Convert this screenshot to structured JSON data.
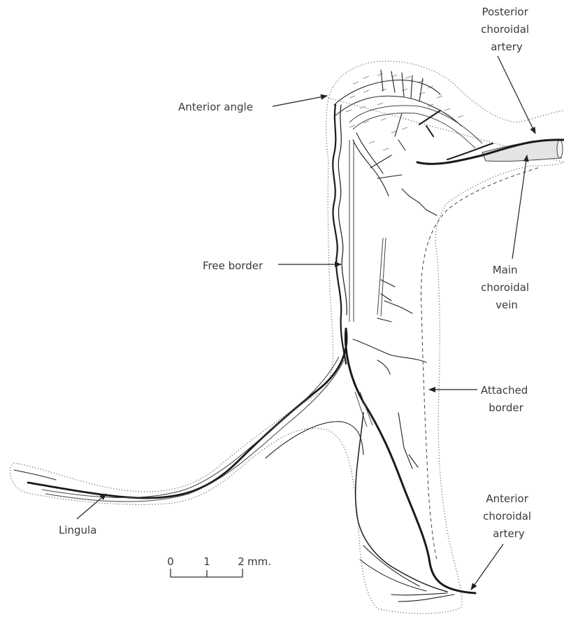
{
  "labels": {
    "posterior_choroidal_artery": [
      "Posterior",
      "choroidal",
      "artery"
    ],
    "anterior_angle": "Anterior angle",
    "free_border": "Free border",
    "main_choroidal_vein": [
      "Main",
      "choroidal",
      "vein"
    ],
    "attached_border": [
      "Attached",
      "border"
    ],
    "anterior_choroidal_artery": [
      "Anterior",
      "choroidal",
      "artery"
    ],
    "lingula": "Lingula"
  },
  "scale_bar": {
    "ticks": [
      "0",
      "1",
      "2"
    ],
    "unit": "mm."
  }
}
